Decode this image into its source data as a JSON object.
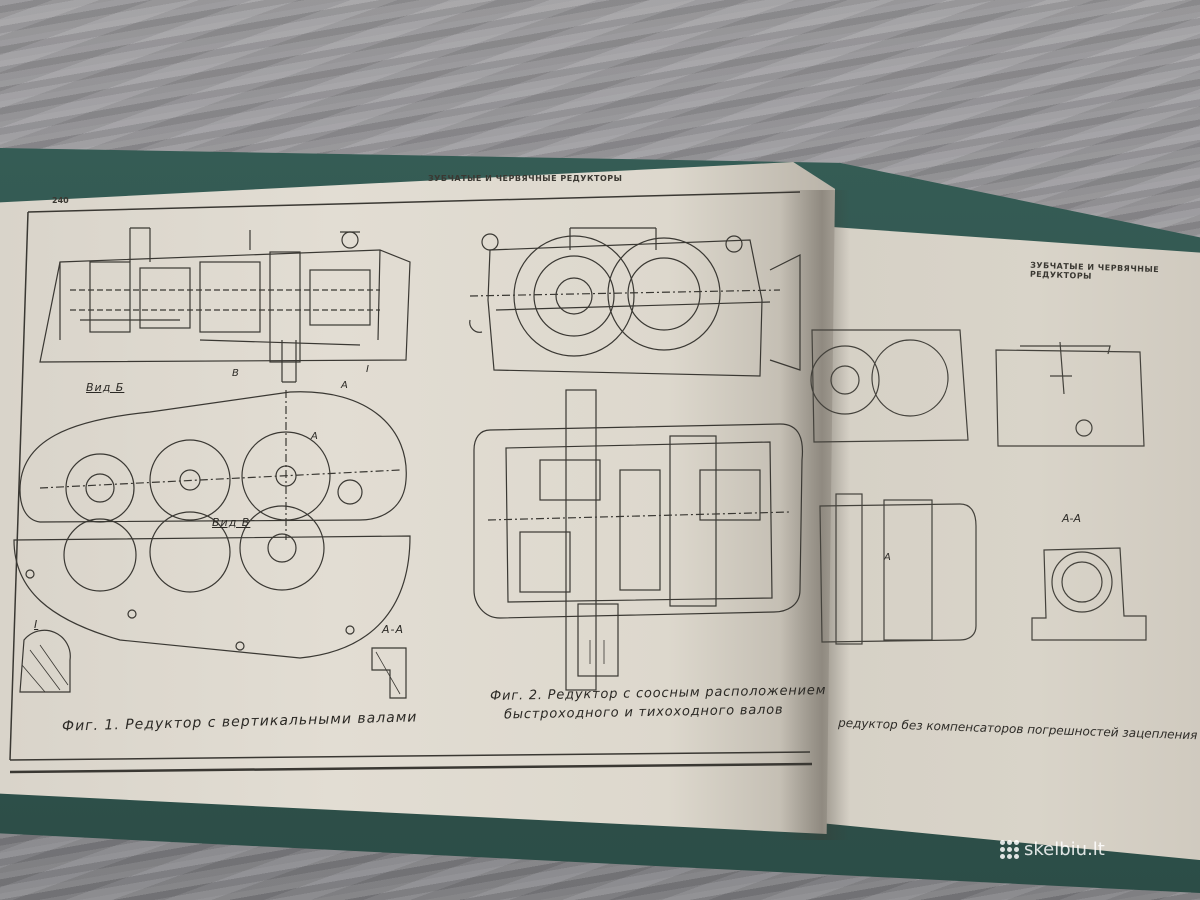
{
  "book": {
    "page_number": "240",
    "left_header": "ЗУБЧАТЫЕ И ЧЕРВЯЧНЫЕ РЕДУКТОРЫ",
    "right_header": "ЗУБЧАТЫЕ И ЧЕРВЯЧНЫЕ РЕДУКТОРЫ"
  },
  "figures": {
    "fig1_caption": "Фиг. 1. Редуктор с вертикальными валами",
    "fig2_caption_line1": "Фиг. 2. Редуктор с соосным расположением",
    "fig2_caption_line2": "быстроходного и тихоходного валов",
    "fig3_caption": "редуктор без компенсаторов погрешностей зацепления"
  },
  "labels": {
    "view_b": "Вид Б",
    "view_v": "Вид В",
    "section_aa": "А-А",
    "detail_1": "I",
    "mark_a": "А",
    "mark_v": "В",
    "mark_1": "I",
    "right_section_aa": "А-А",
    "right_mark_a": "А"
  },
  "watermark": {
    "text": "skelbiu.lt"
  }
}
